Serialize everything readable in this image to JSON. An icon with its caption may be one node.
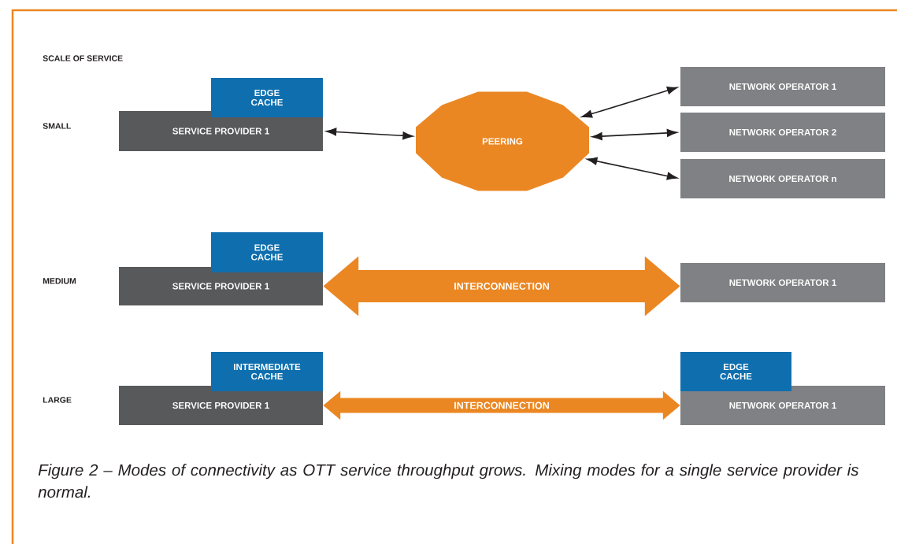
{
  "diagram": {
    "caption": "Figure 2 – Modes of connectivity as OTT service throughput grows. Mixing modes for a single service provider is normal.",
    "nodes": [
      {
        "text": [
          "SERVICE PROVIDER 1"
        ]
      },
      {
        "text": [
          "EDGE CACHE"
        ]
      },
      {
        "text": [
          "PEERING"
        ]
      },
      {
        "text": [
          "NETWORK OPERATOR  1"
        ]
      },
      {
        "text": [
          "NETWORK OPERATOR 2"
        ]
      },
      {
        "text": [
          "NETWORK OPERATOR n"
        ]
      },
      {
        "text": [
          "SERVICE PROVIDER 1"
        ]
      },
      {
        "text": [
          "EDGE CACHE"
        ]
      },
      {
        "text": [
          "NETWORK OPERATOR 1"
        ]
      },
      {
        "text": [
          "SERVICE PROVIDER 1"
        ]
      },
      {
        "text": [
          "INTERMEDIATE CACHE"
        ]
      },
      {
        "text": [
          "NETWORK OPERATOR 1"
        ]
      },
      {
        "text": [
          "EDGE CACHE"
        ]
      }
    ],
    "edges": [
      {
        "from": 0,
        "to": 2,
        "arrow": "both"
      },
      {
        "from": 2,
        "to": 3,
        "arrow": "both"
      },
      {
        "from": 2,
        "to": 4,
        "arrow": "both"
      },
      {
        "from": 2,
        "to": 5,
        "arrow": "both"
      },
      {
        "from": 6,
        "to": 8,
        "arrow": "both",
        "label": "INTERCONNECTION",
        "style": "thick",
        "color": "#eb8723"
      },
      {
        "from": 9,
        "to": 11,
        "arrow": "both",
        "label": "INTERCONNECTION",
        "style": "thick",
        "color": "#eb8723"
      }
    ],
    "labels": [
      "SCALE OF SERVICE",
      "SMALL",
      "MEDIUM",
      "LARGE"
    ]
  }
}
